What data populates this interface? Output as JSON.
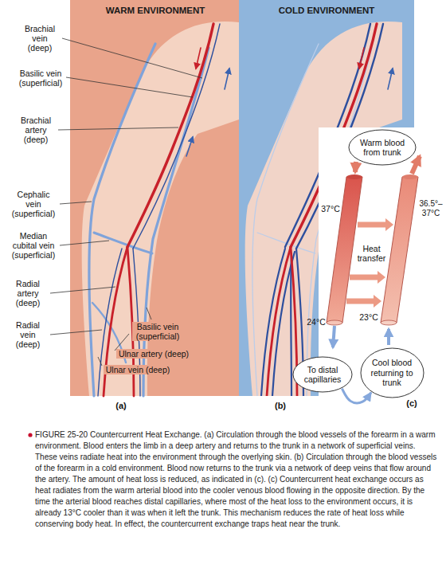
{
  "diagram": {
    "caption": "FIGURE 25-20 Countercurrent Heat Exchange. (a) Circulation through the blood vessels of the forearm in a warm environment. Blood enters the limb in a deep artery and returns to the trunk in a network of superficial veins. These veins radiate heat into the environment through the overlying skin. (b) Circulation through the blood vessels of the forearm in a cold environment. Blood now returns to the trunk via a network of deep veins that flow around the artery. The amount of heat loss is reduced, as indicated in (c). (c) Countercurrent heat exchange occurs as heat radiates from the warm arterial blood into the cooler venous blood flowing in the opposite direction. By the time the arterial blood reaches distal capillaries, where most of the heat loss to the environment occurs, it is already 13°C cooler than it was when it left the trunk. This mechanism reduces the rate of heat loss while conserving body heat. In effect, the countercurrent exchange traps heat near the trunk.",
    "nodes": [
      {
        "text": [
          "Warm blood from trunk"
        ]
      },
      {
        "text": [
          "To distal capillaries"
        ]
      },
      {
        "text": [
          "Cool blood returning to trunk"
        ]
      }
    ],
    "edges": [
      {
        "from": 1,
        "to": 2,
        "arrow": "to"
      }
    ],
    "labels": [
      "WARM ENVIRONMENT",
      "COLD ENVIRONMENT",
      "Brachial vein (deep)",
      "Basilic vein (superficial)",
      "Brachial artery (deep)",
      "Cephalic vein (superficial)",
      "Median cubital vein (superficial)",
      "Radial artery (deep)",
      "Radial vein (deep)",
      "Basilic vein (superficial)",
      "Ulnar artery (deep)",
      "Ulnar vein (deep)",
      "37°C",
      "36.5°–37°C",
      "Heat transfer",
      "24°C",
      "23°C",
      "(a)",
      "(b)",
      "(c)"
    ]
  }
}
